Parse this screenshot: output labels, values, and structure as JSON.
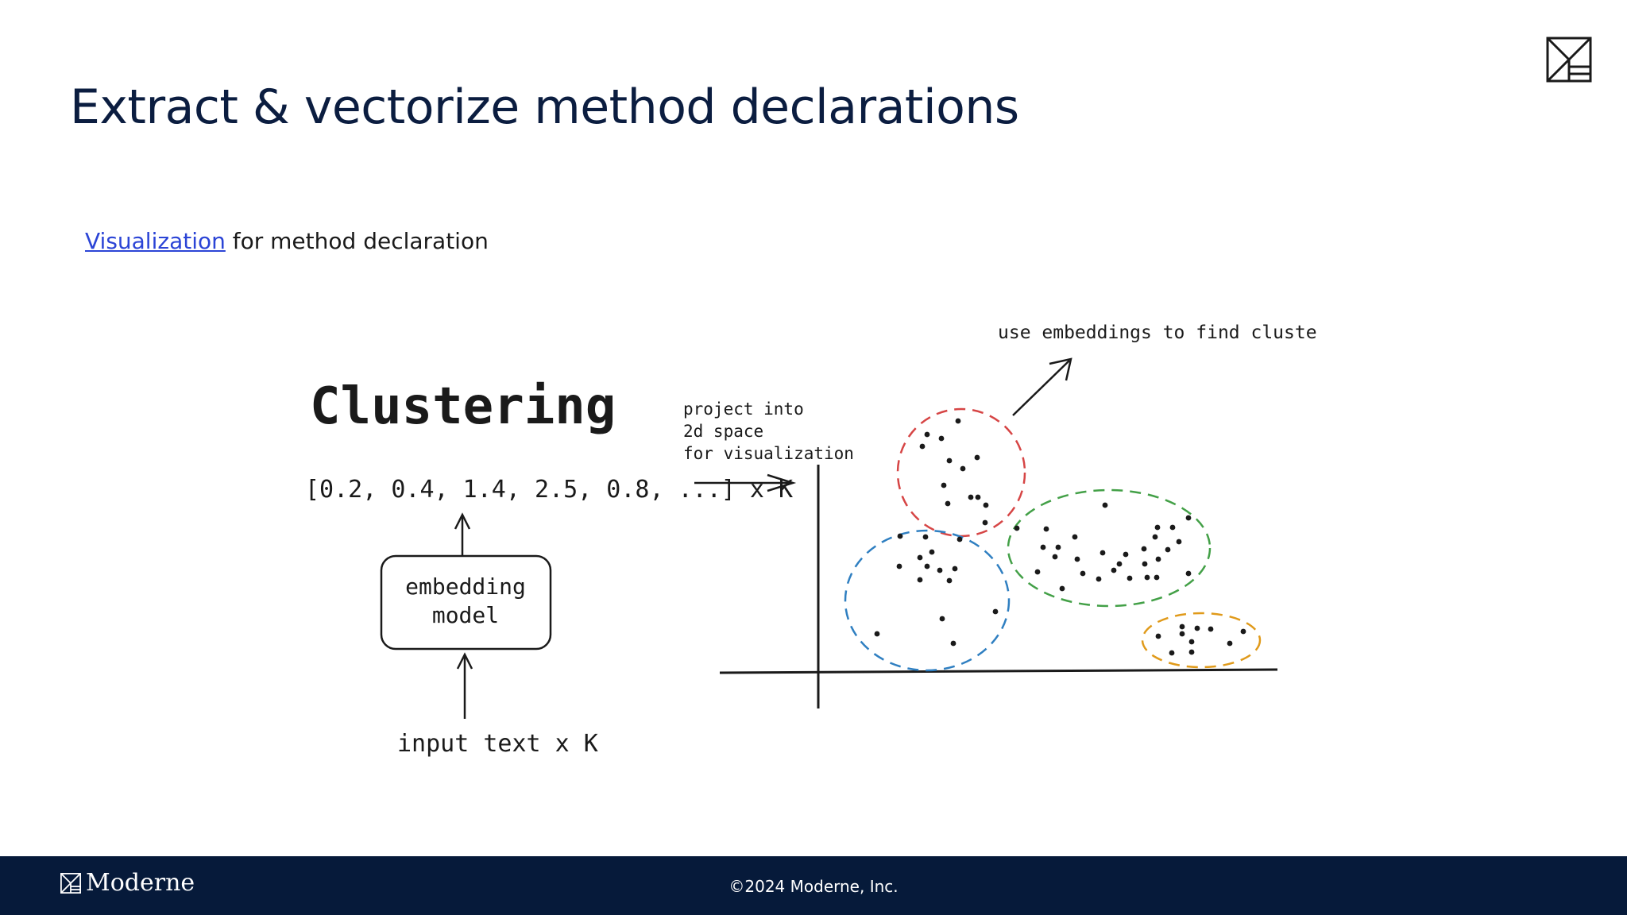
{
  "slide": {
    "title": "Extract & vectorize method declarations",
    "link_text": "Visualization",
    "subtitle_rest": " for method declaration"
  },
  "diagram": {
    "heading": "Clustering",
    "vector_text": "[0.2, 0.4, 1.4, 2.5, 0.8, ...] x K",
    "model_line1": "embedding",
    "model_line2": "model",
    "input_text": "input text  x K",
    "project_lines": [
      "project into",
      "2d space",
      "for visualization"
    ],
    "cluster_note": "use embeddings to find clusters",
    "cluster_colors": {
      "red": "#d64545",
      "blue": "#2f7fc1",
      "green": "#43a047",
      "orange": "#e09a1a"
    }
  },
  "footer": {
    "brand": "Moderne",
    "copyright": "©2024 Moderne, Inc."
  }
}
